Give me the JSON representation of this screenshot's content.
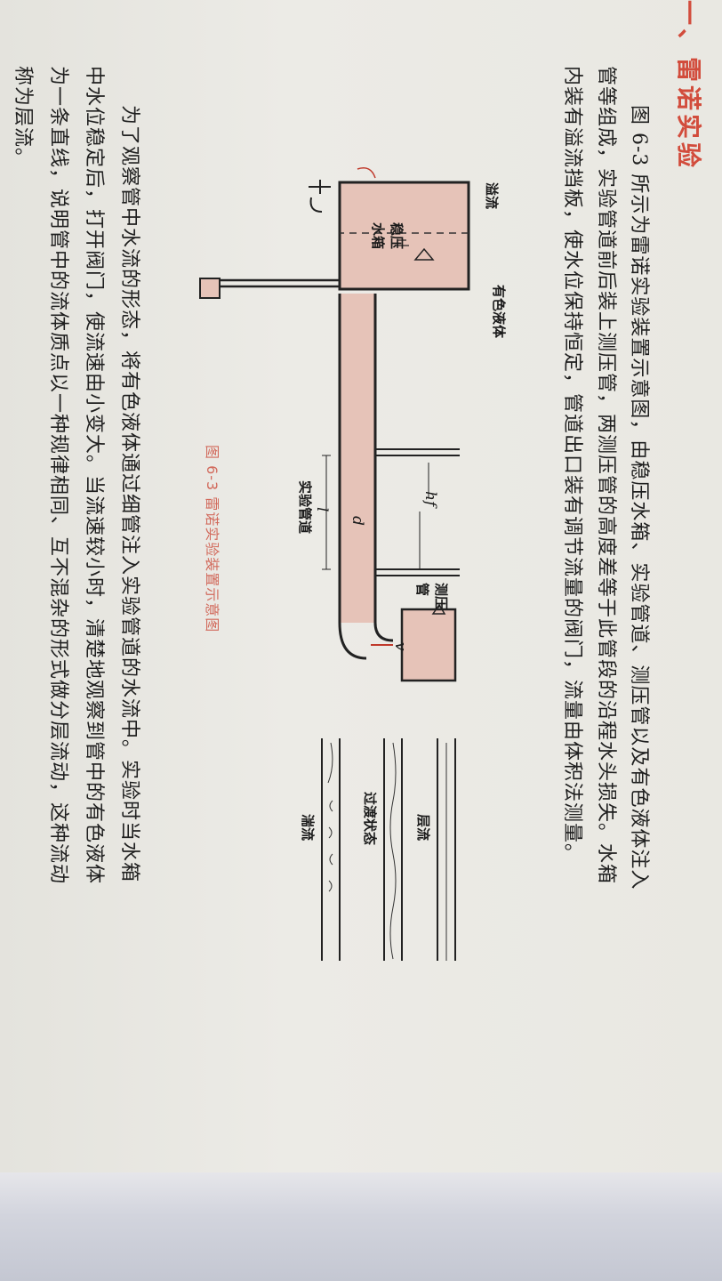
{
  "section": {
    "heading": "一、雷诺实验"
  },
  "paragraph1": {
    "lines": [
      "图 6-3 所示为雷诺实验装置示意图，由稳压水箱、实验管道、测压管以及有色液体注入",
      "管等组成，实验管道前后装上测压管，两测压管的高度差等于此管段的沿程水头损失。水箱",
      "内装有溢流挡板，使水位保持恒定，管道出口装有调节流量的阀门，流量由体积法测量。"
    ]
  },
  "figure": {
    "caption": "图 6-3  雷诺实验装置示意图",
    "labels": {
      "overflow": "溢流",
      "tank": "稳压水箱",
      "dye": "有色液体",
      "pipe": "实验管道",
      "piezometer": "测压管",
      "hf": "hf",
      "l": "l",
      "d": "d",
      "v": "v",
      "laminar": "层流",
      "transition": "过渡状态",
      "turbulent": "湍流"
    }
  },
  "paragraph2": {
    "lines": [
      "为了观察管中水流的形态，将有色液体通过细管注入实验管道的水流中。实验时当水箱",
      "中水位稳定后，打开阀门，使流速由小变大。当流速较小时，清楚地观察到管中的有色液体",
      "为一条直线，说明管中的流体质点以一种规律相同、互不混杂的形式做分层流动，这种流动",
      "称为层流。"
    ]
  },
  "colors": {
    "heading": "#d24c3c",
    "caption": "#d26a5c",
    "water": "#e6c3b8",
    "ink": "#1f1f1f"
  }
}
